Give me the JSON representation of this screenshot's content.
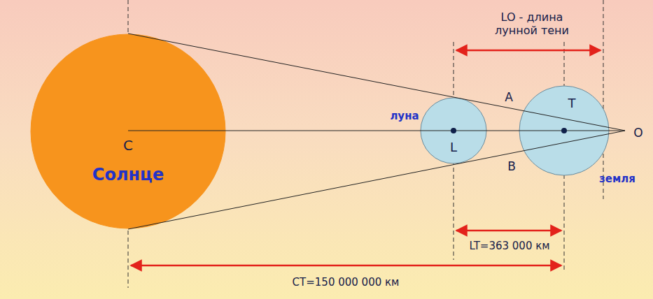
{
  "diagram": {
    "nodes": [
      {
        "text": [
          "C",
          "Солнце"
        ]
      },
      {
        "text": [
          "луна",
          "L"
        ]
      },
      {
        "text": [
          "T",
          "земля"
        ]
      }
    ],
    "labels": [
      "LO - длина лунной тени",
      "A",
      "B",
      "O",
      "LT=363 000 км",
      "CT=150 000 000 км"
    ]
  }
}
